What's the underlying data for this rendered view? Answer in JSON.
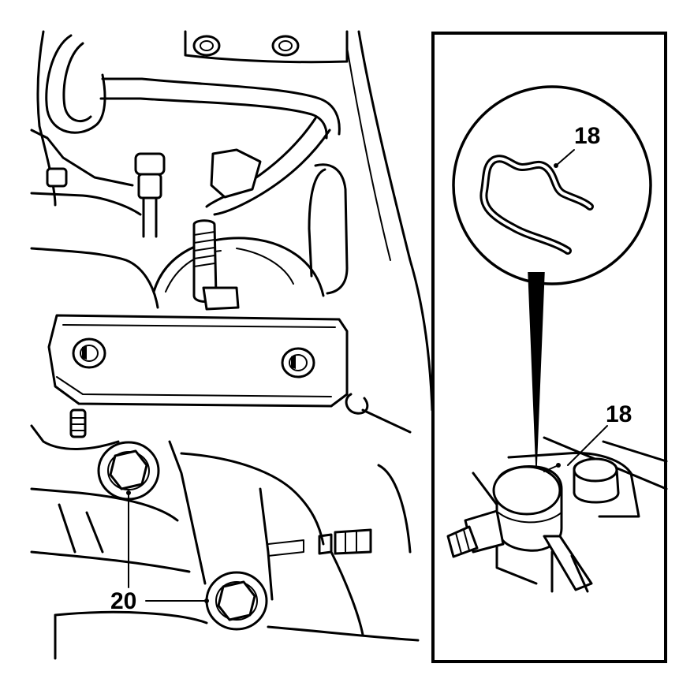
{
  "colors": {
    "line": "#000000",
    "background": "#ffffff"
  },
  "callouts": {
    "clip_detail": "18",
    "clip_connector": "18",
    "bolts": "20"
  }
}
